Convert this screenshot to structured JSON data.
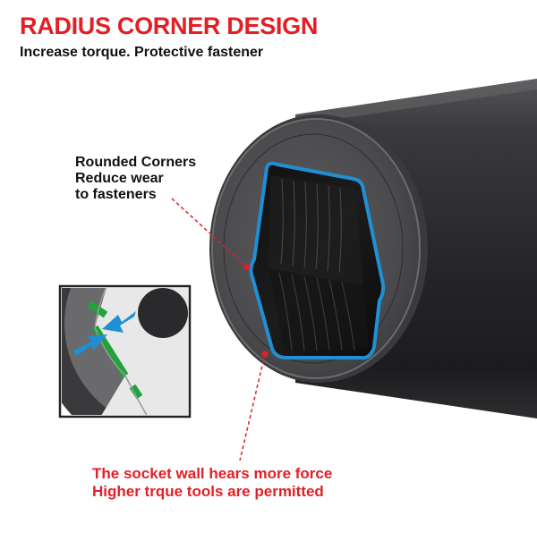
{
  "header": {
    "title": "RADIUS CORNER DESIGN",
    "subtitle": "Increase torque. Protective fastener"
  },
  "callouts": {
    "rounded": {
      "line1": "Rounded Corners",
      "line2": "Reduce wear",
      "line3": "to fasteners"
    },
    "wall": {
      "line1": "The socket wall hears more force",
      "line2": "Higher trque tools are permitted"
    }
  },
  "colors": {
    "accent_red": "#e31e24",
    "highlight_blue": "#1f8fd6",
    "inset_green": "#1fa33a",
    "socket_dark": "#2a2a2c"
  }
}
